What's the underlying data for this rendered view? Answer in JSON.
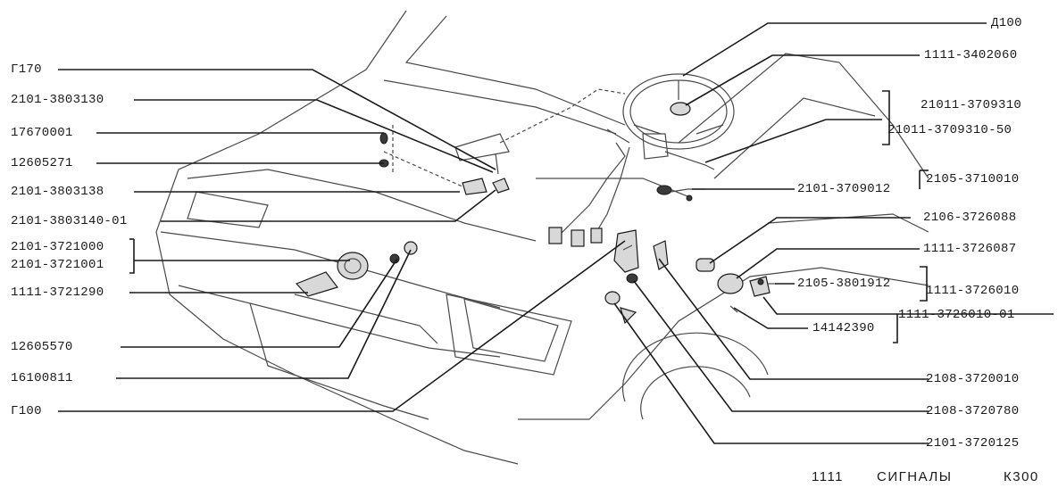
{
  "left_labels": [
    "Г170",
    "2101-3803130",
    "17670001",
    "12605271",
    "2101-3803138",
    "2101-3803140-01",
    "2101-3721000",
    "2101-3721001",
    "1111-3721290",
    "12605570",
    "16100811",
    "Г100"
  ],
  "right_labels": [
    "Д100",
    "1111-3402060",
    "21011-3709310",
    "21011-3709310-50",
    "2105-3710010",
    "2101-3709012",
    "2106-3726088",
    "1111-3726087",
    "2105-3801912",
    "1111-3726010",
    "1111-3726010-01",
    "14142390",
    "2108-3720010",
    "2108-3720780",
    "2101-3720125"
  ],
  "footer": {
    "model": "1111",
    "section": "СИГНАЛЫ",
    "page_code": "К300"
  }
}
